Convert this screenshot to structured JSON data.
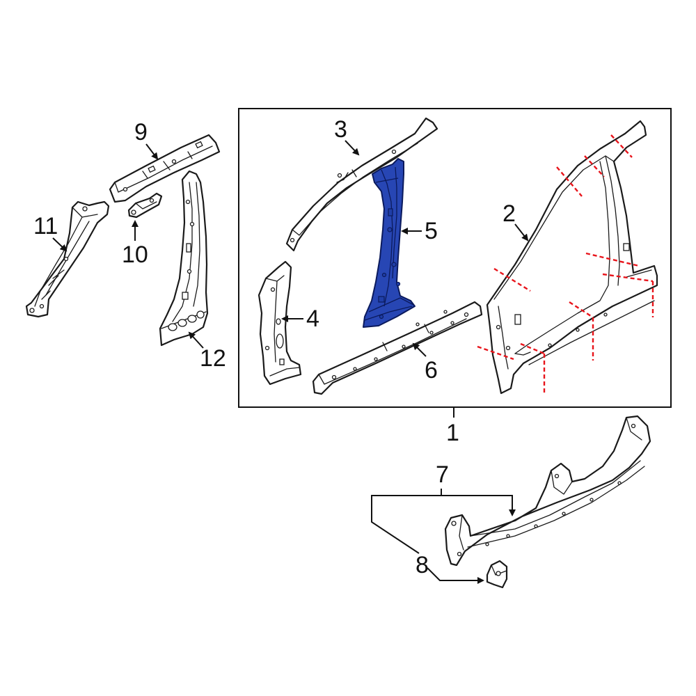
{
  "diagram": {
    "callouts": {
      "c1": "1",
      "c2": "2",
      "c3": "3",
      "c4": "4",
      "c5": "5",
      "c6": "6",
      "c7": "7",
      "c8": "8",
      "c9": "9",
      "c10": "10",
      "c11": "11",
      "c12": "12"
    },
    "highlighted_part": "5",
    "colors": {
      "highlight": "#2746b4",
      "cut_lines": "#e8141b",
      "outline": "#1a1a1a"
    }
  }
}
